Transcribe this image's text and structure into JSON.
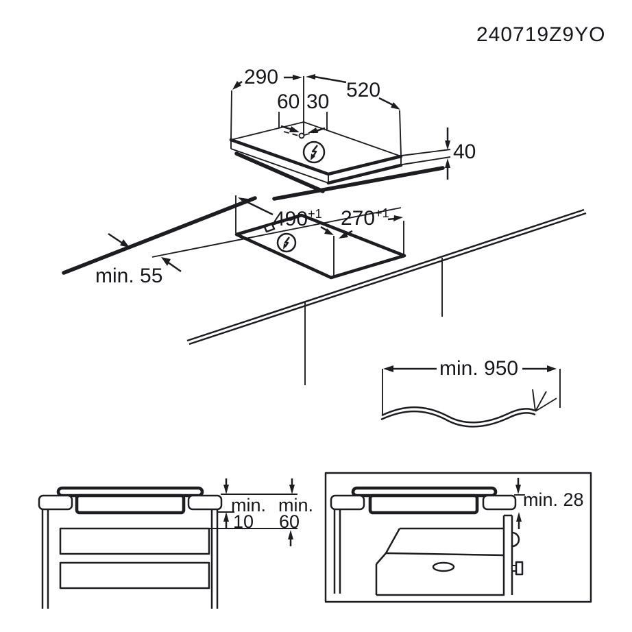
{
  "document": {
    "code": "240719Z9YO"
  },
  "colors": {
    "line": "#1d1d1f",
    "text": "#17171a",
    "background": "#ffffff"
  },
  "top_view": {
    "title": "hob-isometric-view",
    "width_label": "290",
    "depth_label": "520",
    "offset_left_label": "60",
    "offset_right_label": "30",
    "height_label": "40",
    "power_icon": "electric-connection"
  },
  "cutout_view": {
    "title": "worktop-cutout-view",
    "length_value": "490",
    "length_tolerance": "+1",
    "width_value": "270",
    "width_tolerance": "+1",
    "front_clearance_label": "min. 55",
    "power_icon": "electric-connection"
  },
  "cable_view": {
    "title": "mains-cable-view",
    "length_label": "min. 950"
  },
  "drawer_view": {
    "title": "side-view-drawer-clearance",
    "dim1_prefix": "min.",
    "dim1_value": "10",
    "dim2_prefix": "min.",
    "dim2_value": "60"
  },
  "oven_view": {
    "title": "side-view-oven-clearance",
    "clearance_label": "min. 28"
  }
}
